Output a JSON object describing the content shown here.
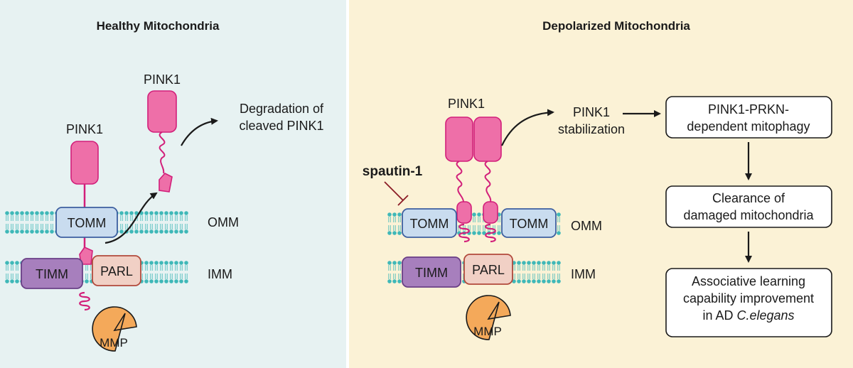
{
  "colors": {
    "left_bg": "#e7f2f2",
    "right_bg": "#fbf2d6",
    "pink": "#ee6fa8",
    "pink_stroke": "#d21f7a",
    "tomm": "#c9dcef",
    "tomm_stroke": "#3d5fa0",
    "timm": "#a77fbd",
    "timm_stroke": "#6a3f86",
    "parl": "#f1d0c5",
    "parl_stroke": "#b24a3c",
    "mmp": "#f4a95a",
    "lipid": "#3fb8b8",
    "spautin": "#8a1a24"
  },
  "left": {
    "title": "Healthy Mitochondria",
    "pink1_membrane_label": "PINK1",
    "pink1_cleaved_label": "PINK1",
    "degradation_line1": "Degradation of",
    "degradation_line2": "cleaved PINK1",
    "tomm_label": "TOMM",
    "timm_label": "TIMM",
    "parl_label": "PARL",
    "mmp_label": "MMP",
    "omm_label": "OMM",
    "imm_label": "IMM"
  },
  "right": {
    "title": "Depolarized Mitochondria",
    "pink1_label": "PINK1",
    "stab_line1": "PINK1",
    "stab_line2": "stabilization",
    "inhibitor_label": "spautin-1",
    "tomm_left_label": "TOMM",
    "tomm_right_label": "TOMM",
    "timm_label": "TIMM",
    "parl_label": "PARL",
    "mmp_label": "MMP",
    "omm_label": "OMM",
    "imm_label": "IMM",
    "box1_line1": "PINK1-PRKN-",
    "box1_line2": "dependent mitophagy",
    "box2_line1": "Clearance of",
    "box2_line2": "damaged mitochondria",
    "box3_line1": "Associative learning",
    "box3_line2": "capability improvement",
    "box3_line3_prefix": "in AD ",
    "box3_line3_italic": "C.elegans"
  }
}
